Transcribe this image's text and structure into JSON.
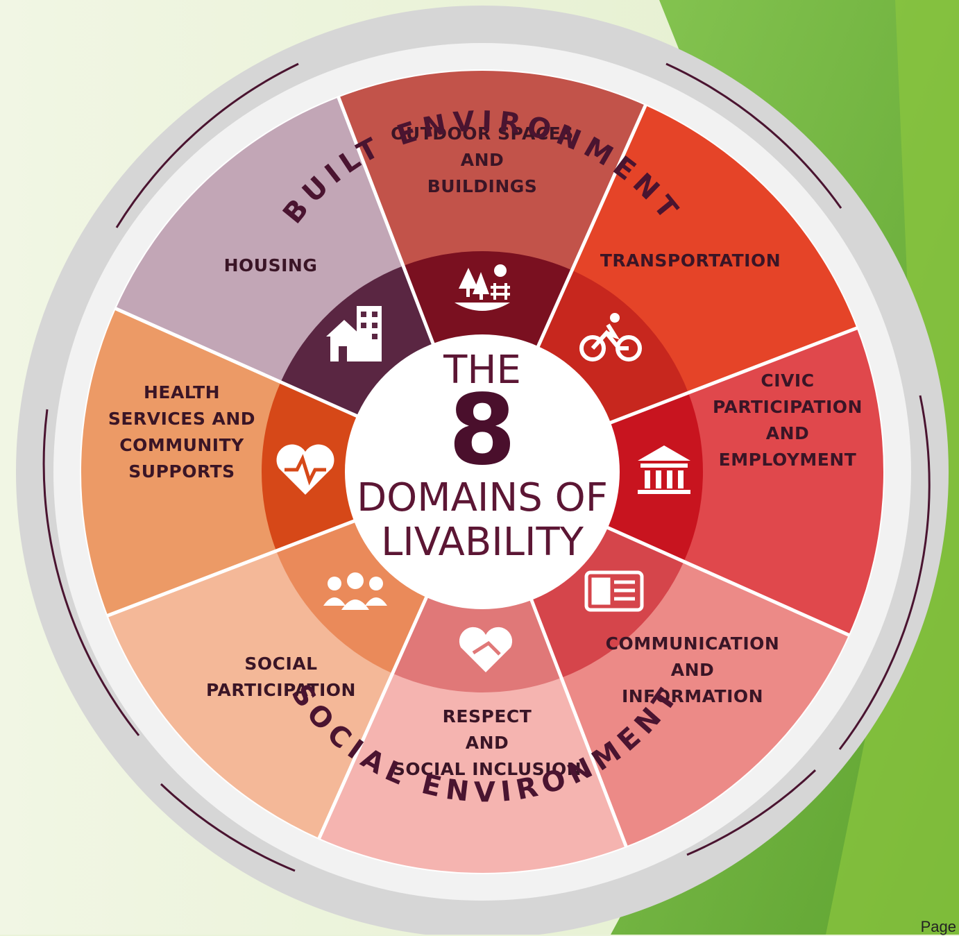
{
  "center": {
    "line1": "THE",
    "number": "8",
    "line2": "DOMAINS OF",
    "line3": "LIVABILITY"
  },
  "ring": {
    "top": "BUILT ENVIRONMENT",
    "bottom": "SOCIAL ENVIRONMENT"
  },
  "segments": [
    {
      "id": "outdoor",
      "lines": [
        "OUTDOOR SPACES",
        "AND",
        "BUILDINGS"
      ],
      "color": "#c2534a",
      "inner": "#7a1020",
      "icon": "trees-sun-icon"
    },
    {
      "id": "transportation",
      "lines": [
        "TRANSPORTATION"
      ],
      "color": "#e54428",
      "inner": "#c7271e",
      "icon": "bicycle-icon"
    },
    {
      "id": "civic",
      "lines": [
        "CIVIC",
        "PARTICIPATION",
        "AND",
        "EMPLOYMENT"
      ],
      "color": "#e0484c",
      "inner": "#c8141f",
      "icon": "building-columns-icon"
    },
    {
      "id": "communication",
      "lines": [
        "COMMUNICATION",
        "AND",
        "INFORMATION"
      ],
      "color": "#ec8a87",
      "inner": "#d5454b",
      "icon": "tablet-news-icon"
    },
    {
      "id": "respect",
      "lines": [
        "RESPECT",
        "AND",
        "SOCIAL INCLUSION"
      ],
      "color": "#f5b4b0",
      "inner": "#e07878",
      "icon": "heart-handshake-icon"
    },
    {
      "id": "social",
      "lines": [
        "SOCIAL",
        "PARTICIPATION"
      ],
      "color": "#f4b898",
      "inner": "#ea8a5a",
      "icon": "people-group-icon"
    },
    {
      "id": "health",
      "lines": [
        "HEALTH",
        "SERVICES AND",
        "COMMUNITY",
        "SUPPORTS"
      ],
      "color": "#ec9a66",
      "inner": "#d64818",
      "icon": "heart-pulse-icon"
    },
    {
      "id": "housing",
      "lines": [
        "HOUSING"
      ],
      "color": "#c2a6b6",
      "inner": "#5a2642",
      "icon": "house-building-icon"
    }
  ],
  "page_label": "Page",
  "colors": {
    "background": "#eaf3d9",
    "green_accent": "#6fb22c",
    "ring": "#d9d9d9",
    "text_dark": "#3a1526"
  }
}
